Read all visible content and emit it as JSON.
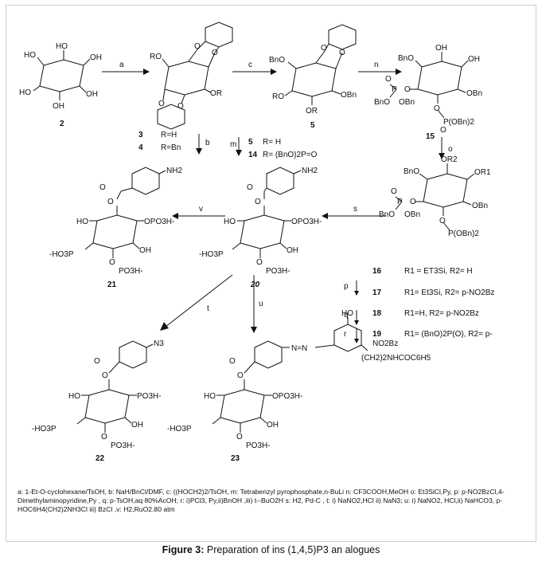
{
  "figure": {
    "caption_label": "Figure 3:",
    "caption_text": " Preparation of ins (1,4,5)P3 an alogues",
    "conditions_text": "a: 1-Et-O-cyclohexane/TsOH, b: NaH/BnCl/DMF, c: ((HOCH2)2/TsOH, m: Tetrabenzyl pyrophosphate,n-BuLi n: CF3COOH,MeOH  o: Et3SiCl,Py, p: p-NO2BzCl,4-Dimethylaminopyridine,Py , q: p-TsOH,aq 80%AcOH; r: i)PCl3, Py,ii)BnOH ,iii) t--BuO2H    s: H2, Pd-C , t: i) NaNO2,HCl ii) NaN3; u: i) NaNO2, HCl,ii) NaHCO3, p-HOC6H4(CH2)2NH3Cl iii) BzCl  ,v: H2,RuO2.80 atm"
  },
  "compounds": {
    "c2": "2",
    "c3": "3",
    "c3_r": "R=H",
    "c4": "4",
    "c4_r": "R=Bn",
    "c5a": "5",
    "c5_r": "R= H",
    "c14": "14",
    "c14_r": "R= (BnO)2P=O",
    "c5b": "5",
    "c15": "15",
    "c16": "16",
    "c16_r": "R1 = ET3Si, R2= H",
    "c17": "17",
    "c17_r": "R1= Et3Si, R2= p-NO2Bz",
    "c18": "18",
    "c18_r": "R1=H, R2= p-NO2Bz",
    "c19": "19",
    "c19_r": "R1= (BnO)2P(O), R2= p-",
    "c19_r2": "NO2Bz",
    "c20": "20",
    "c21": "21",
    "c22": "22",
    "c23": "23"
  },
  "steps": {
    "a": "a",
    "b": "b",
    "c": "c",
    "m": "m",
    "n": "n",
    "o": "o",
    "p": "p",
    "q": "q",
    "r": "r",
    "s": "s",
    "t": "t",
    "u": "u",
    "v": "v"
  },
  "groups": {
    "ho": "HO",
    "oh": "OH",
    "ro": "RO",
    "or": "OR",
    "bno": "BnO",
    "obn": "OBn",
    "o": "O",
    "p": "P",
    "nh2": "NH2",
    "n3": "N3",
    "po3h": "PO3H-",
    "opo3h": "OPO3H-",
    "ho3p": "-HO3P",
    "por": "P(OBn)2",
    "or1": "OR1",
    "or2": "OR2",
    "azo": "N=N",
    "ethylamide": "(CH2)2NHCOC6H5"
  }
}
